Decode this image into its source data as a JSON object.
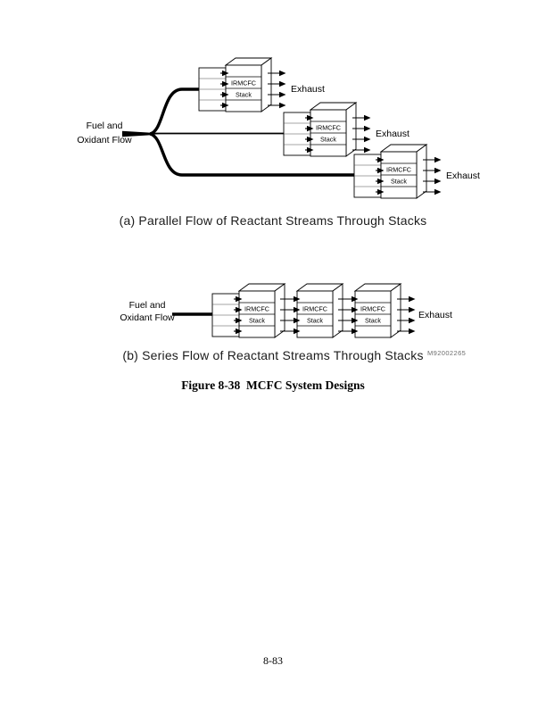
{
  "page": {
    "number": "8-83"
  },
  "figure": {
    "title": "Figure 8-38  MCFC System Designs",
    "id_code": "M92002265",
    "caption_a": "(a) Parallel Flow of Reactant Streams Through Stacks",
    "caption_b": "(b) Series Flow of Reactant Streams Through Stacks"
  },
  "diagram_a": {
    "source_label_line1": "Fuel and",
    "source_label_line2": "Oxidant Flow",
    "stacks": [
      {
        "line1": "IRMCFC",
        "line2": "Stack"
      },
      {
        "line1": "IRMCFC",
        "line2": "Stack"
      },
      {
        "line1": "IRMCFC",
        "line2": "Stack"
      }
    ],
    "exhaust_labels": [
      "Exhaust",
      "Exhaust",
      "Exhaust"
    ]
  },
  "diagram_b": {
    "source_label_line1": "Fuel and",
    "source_label_line2": "Oxidant Flow",
    "stacks": [
      {
        "line1": "IRMCFC",
        "line2": "Stack"
      },
      {
        "line1": "IRMCFC",
        "line2": "Stack"
      },
      {
        "line1": "IRMCFC",
        "line2": "Stack"
      }
    ],
    "exhaust_label": "Exhaust"
  },
  "colors": {
    "ink": "#000000",
    "id_code_text": "#6e6e6e"
  }
}
